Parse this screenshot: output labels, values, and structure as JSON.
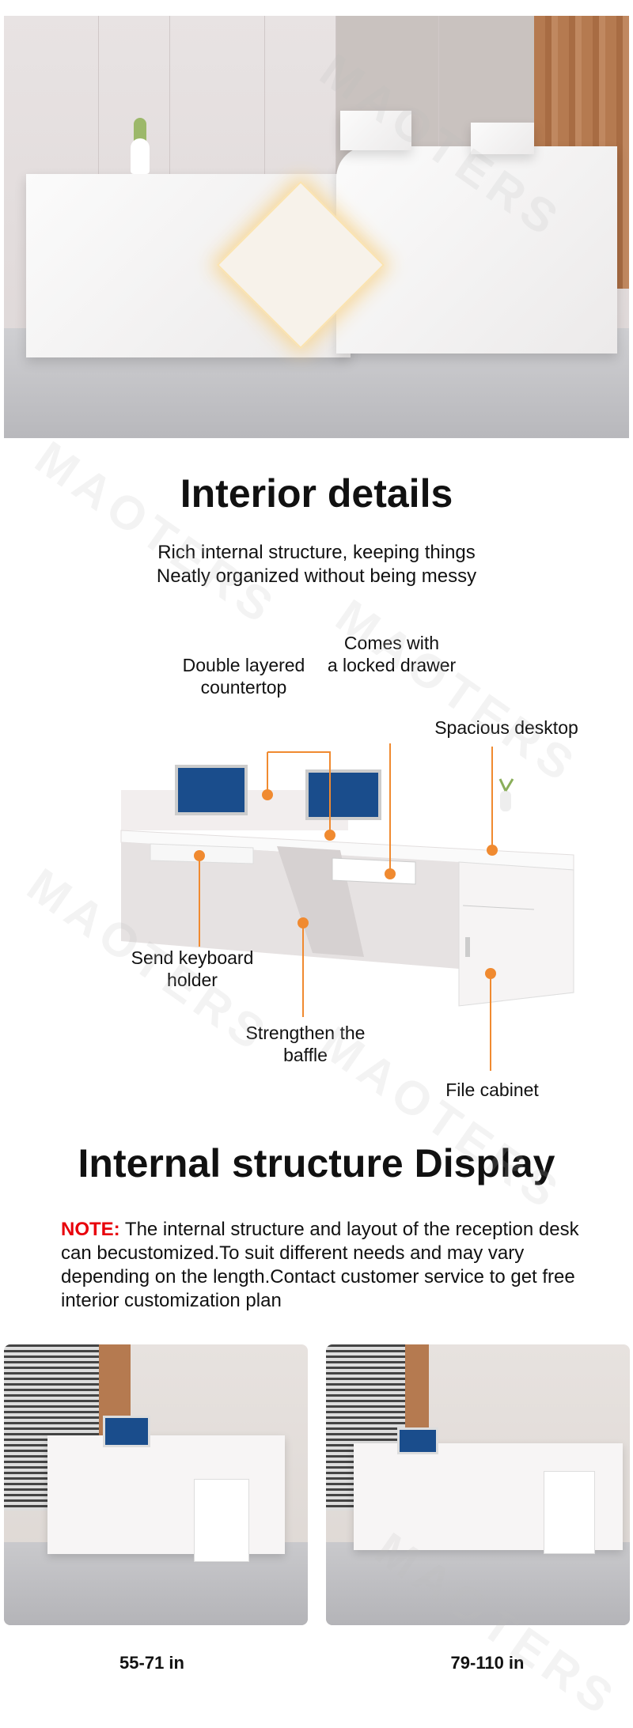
{
  "watermark": "MAOTERS",
  "section1": {
    "title": "Interior details",
    "subtitle_lines": [
      "Rich internal structure, keeping things",
      "Neatly organized without being messy"
    ]
  },
  "callouts": {
    "double_layered": [
      "Double layered",
      "countertop"
    ],
    "locked_drawer": [
      "Comes with",
      "a locked drawer"
    ],
    "spacious": "Spacious desktop",
    "keyboard": [
      "Send keyboard",
      "holder"
    ],
    "baffle": [
      "Strengthen the",
      "baffle"
    ],
    "cabinet": "File cabinet"
  },
  "section2": {
    "title": "Internal structure Display",
    "note_label": "NOTE:",
    "note_text": " The internal structure and layout of the reception desk can becustomized.To suit different needs and may vary depending on the length.Contact customer service to get free interior customization plan"
  },
  "sizes": [
    {
      "label": "55-71 in"
    },
    {
      "label": "79-110 in"
    }
  ],
  "colors": {
    "accent": "#f08a30",
    "note": "#e8000b"
  }
}
